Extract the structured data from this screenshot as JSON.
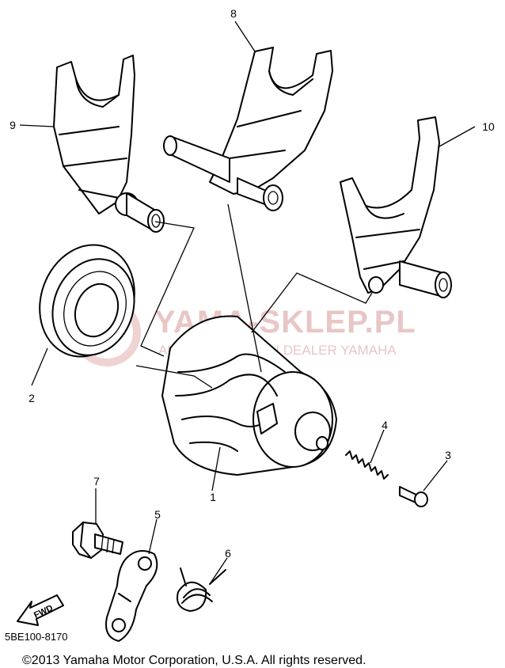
{
  "watermark": {
    "title": "YAMA-SKLEP.PL",
    "subtitle": "AUTORYZOWANY | DEALER YAMAHA"
  },
  "callouts": [
    {
      "id": "1",
      "label": "1"
    },
    {
      "id": "2",
      "label": "2"
    },
    {
      "id": "3",
      "label": "3"
    },
    {
      "id": "4",
      "label": "4"
    },
    {
      "id": "5",
      "label": "5"
    },
    {
      "id": "6",
      "label": "6"
    },
    {
      "id": "7",
      "label": "7"
    },
    {
      "id": "8",
      "label": "8"
    },
    {
      "id": "9",
      "label": "9"
    },
    {
      "id": "10",
      "label": "10"
    }
  ],
  "fwd_label": "FWD",
  "part_code": "5BE100-8170",
  "copyright": "©2013 Yamaha Motor Corporation, U.S.A. All rights reserved."
}
